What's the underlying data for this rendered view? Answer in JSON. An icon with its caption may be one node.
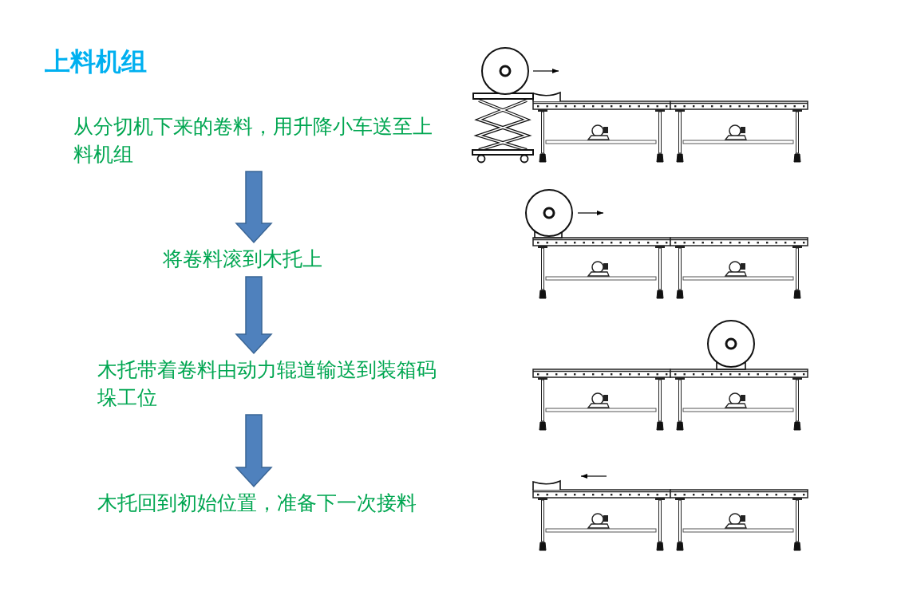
{
  "diagram": {
    "title": "上料机组",
    "nodes": [
      {
        "text": [
          "从分切机下来的卷料，用升降小车送至上料机组"
        ]
      },
      {
        "text": [
          "将卷料滚到木托上"
        ]
      },
      {
        "text": [
          "木托带着卷料由动力辊道输送到装箱码垛工位"
        ]
      },
      {
        "text": [
          "木托回到初始位置，准备下一次接料"
        ]
      }
    ],
    "edges": [
      {
        "from": 0,
        "to": 1,
        "arrow": "to"
      },
      {
        "from": 1,
        "to": 2,
        "arrow": "to"
      },
      {
        "from": 2,
        "to": 3,
        "arrow": "to"
      }
    ]
  }
}
